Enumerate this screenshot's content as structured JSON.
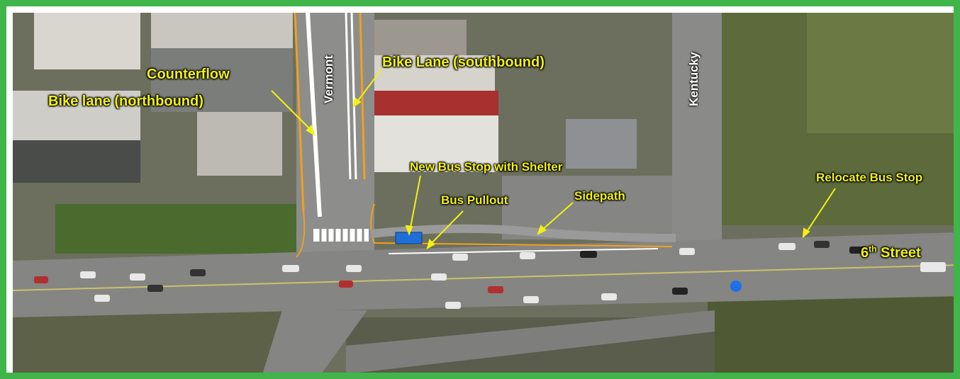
{
  "colors": {
    "frame": "#3fb54a",
    "label": "#f2f20f",
    "bike_lane": "#f0a020",
    "sidepath": "#9a9a9a",
    "bus_stop": "#1e6fd8",
    "relocated_stop": "#1e6fe8",
    "arrow": "#f2f20f"
  },
  "streets": {
    "vermont": "Vermont",
    "kentucky": "Kentucky",
    "sixth_prefix": "6",
    "sixth_sup": "th",
    "sixth_suffix": " Street"
  },
  "labels": {
    "counterflow": "Counterflow",
    "bike_lane_northbound": "Bike lane (northbound)",
    "bike_lane_southbound": "Bike Lane (southbound)",
    "new_bus_stop": "New Bus Stop with Shelter",
    "bus_pullout": "Bus Pullout",
    "sidepath": "Sidepath",
    "relocate_bus_stop": "Relocate Bus Stop"
  },
  "icons": {
    "bus_stop_marker": "bus-stop-shelter-icon",
    "relocated_marker": "relocated-bus-stop-icon"
  }
}
